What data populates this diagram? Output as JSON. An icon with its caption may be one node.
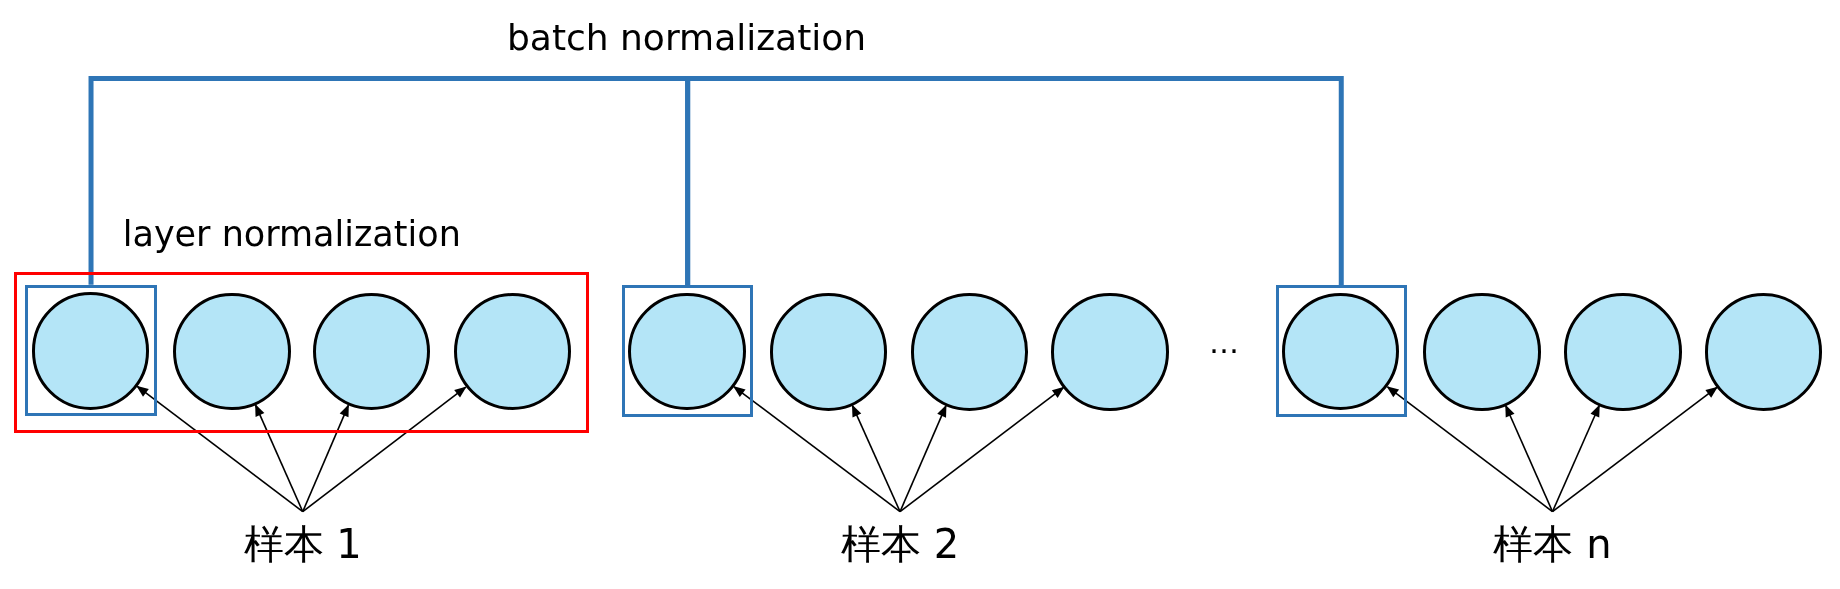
{
  "diagram": {
    "nodes": [
      {
        "text": [
          "layer normalization"
        ]
      },
      {
        "text": [],
        "shape": "box",
        "in": 0
      },
      {
        "text": [],
        "shape": "circle",
        "in": 1
      },
      {
        "text": [],
        "shape": "circle",
        "in": 0
      },
      {
        "text": [],
        "shape": "circle",
        "in": 0
      },
      {
        "text": [],
        "shape": "circle",
        "in": 0
      },
      {
        "text": [],
        "shape": "box"
      },
      {
        "text": [],
        "shape": "circle",
        "in": 6
      },
      {
        "text": [],
        "shape": "circle"
      },
      {
        "text": [],
        "shape": "circle"
      },
      {
        "text": [],
        "shape": "circle"
      },
      {
        "text": [],
        "shape": "box"
      },
      {
        "text": [],
        "shape": "circle",
        "in": 11
      },
      {
        "text": [],
        "shape": "circle"
      },
      {
        "text": [],
        "shape": "circle"
      },
      {
        "text": [],
        "shape": "circle"
      },
      {
        "text": [
          "样本 1"
        ]
      },
      {
        "text": [
          "样本 2"
        ]
      },
      {
        "text": [
          "样本 n"
        ]
      }
    ],
    "edges": [
      {
        "from": 1,
        "to": 6,
        "arrow": "none",
        "color": "#2e75b6",
        "style": "thick"
      },
      {
        "from": 6,
        "to": 11,
        "arrow": "none",
        "color": "#2e75b6",
        "style": "thick"
      },
      {
        "from": 16,
        "to": 2,
        "arrow": "to"
      },
      {
        "from": 16,
        "to": 3,
        "arrow": "to"
      },
      {
        "from": 16,
        "to": 4,
        "arrow": "to"
      },
      {
        "from": 16,
        "to": 5,
        "arrow": "to"
      },
      {
        "from": 17,
        "to": 7,
        "arrow": "to"
      },
      {
        "from": 17,
        "to": 8,
        "arrow": "to"
      },
      {
        "from": 17,
        "to": 9,
        "arrow": "to"
      },
      {
        "from": 17,
        "to": 10,
        "arrow": "to"
      },
      {
        "from": 18,
        "to": 12,
        "arrow": "to"
      },
      {
        "from": 18,
        "to": 13,
        "arrow": "to"
      },
      {
        "from": 18,
        "to": 14,
        "arrow": "to"
      },
      {
        "from": 18,
        "to": 15,
        "arrow": "to"
      }
    ],
    "labels": [
      "batch normalization",
      "…"
    ]
  }
}
